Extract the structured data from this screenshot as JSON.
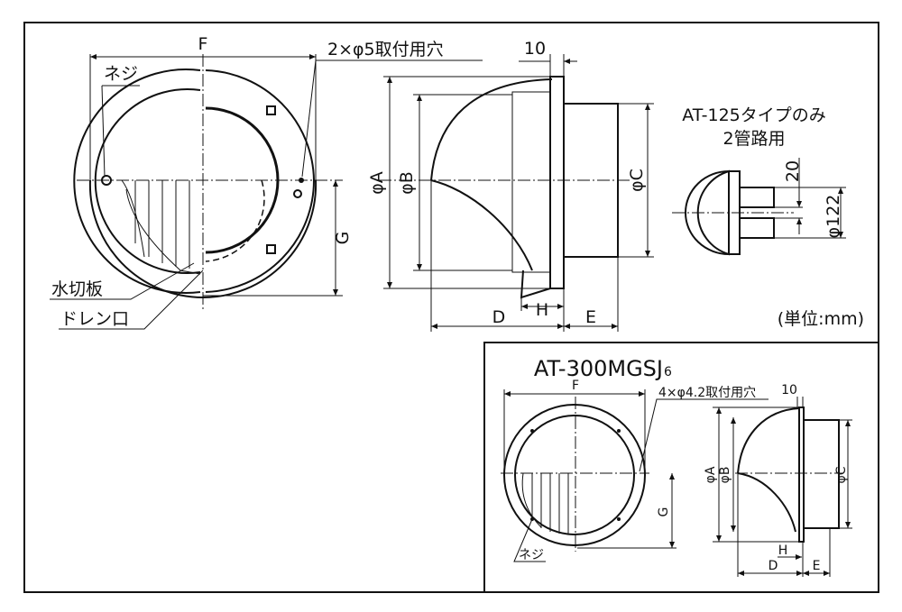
{
  "main": {
    "dims": {
      "F": "F",
      "G": "G",
      "A": "φA",
      "B": "φB",
      "C": "φC",
      "D": "D",
      "E": "E",
      "H": "H",
      "ten": "10"
    },
    "labels": {
      "screw": "ネジ",
      "holes": "2×φ5取付用穴",
      "water_plate": "水切板",
      "drain": "ドレン口",
      "unit": "(単位:mm)"
    },
    "option": {
      "line1": "AT-125タイプのみ",
      "line2": "2管路用",
      "dim20": "20",
      "dim122": "φ122"
    }
  },
  "inset": {
    "title": "AT-300MGSJ",
    "title_sub": "6",
    "dims": {
      "F": "F",
      "G": "G",
      "A": "φA",
      "B": "φB",
      "C": "φC",
      "D": "D",
      "E": "E",
      "H": "H",
      "ten": "10"
    },
    "labels": {
      "holes": "4×φ4.2取付用穴",
      "screw": "ネジ"
    }
  }
}
